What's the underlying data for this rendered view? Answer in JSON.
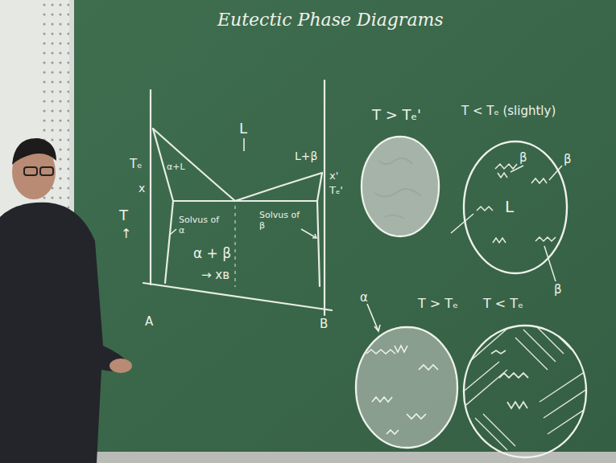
{
  "diagram": {
    "title": "Eutectic Phase Diagrams",
    "nodes": [
      {
        "text": [
          "T > Tₑ'"
        ]
      },
      {
        "text": [
          "T < Tₑ (slightly)",
          "L"
        ]
      },
      {
        "text": [
          "T > Tₑ"
        ]
      },
      {
        "text": [
          "T < Tₑ"
        ]
      }
    ],
    "labels": [
      "Tₑ",
      "x",
      "α+L",
      "L",
      "L+β",
      "x'",
      "Tₑ'",
      "T",
      "↑",
      "Solvus of α",
      "α + β",
      "Solvus of β",
      "A",
      "→ xʙ",
      "B",
      "β",
      "β",
      "β",
      "α"
    ]
  }
}
